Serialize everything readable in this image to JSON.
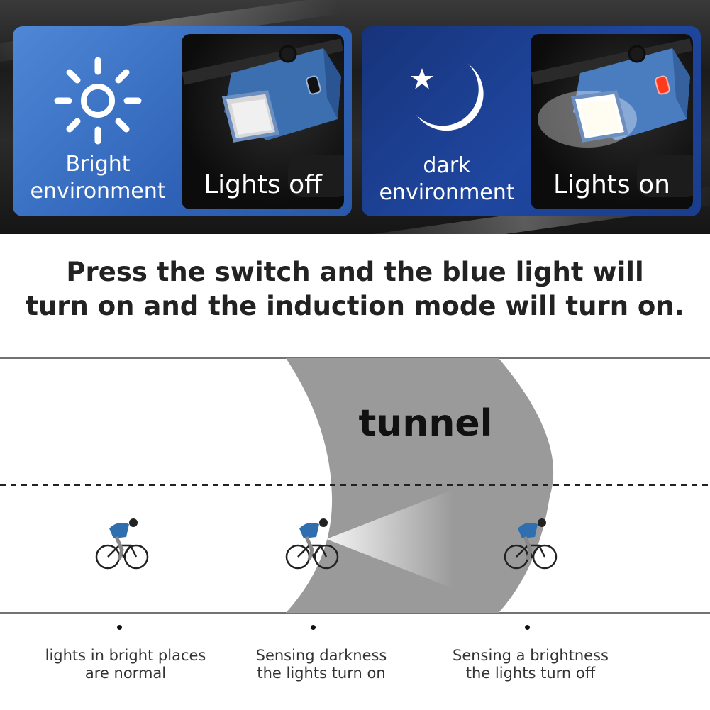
{
  "panels": {
    "bright": {
      "environment_line1": "Bright",
      "environment_line2": "environment",
      "lights_label": "Lights off",
      "icon": "sun-icon"
    },
    "dark": {
      "environment_line1": "dark",
      "environment_line2": "environment",
      "lights_label": "Lights on",
      "icon": "moon-star-icon"
    }
  },
  "headline": {
    "line1": "Press the switch and the blue light will",
    "line2": "turn on and the induction mode will turn on."
  },
  "diagram": {
    "tunnel_label": "tunnel",
    "steps": [
      {
        "line1": "lights in bright places",
        "line2": "are normal"
      },
      {
        "line1": "Sensing darkness",
        "line2": "the lights turn on"
      },
      {
        "line1": "Sensing a brightness",
        "line2": "the lights turn off"
      }
    ]
  },
  "colors": {
    "bright_panel": "#3f78cc",
    "dark_panel": "#1b3d8c",
    "tunnel_gray": "#9a9a9a",
    "rider_jersey": "#2f6fb0",
    "rear_light": "#ff3b1f"
  }
}
